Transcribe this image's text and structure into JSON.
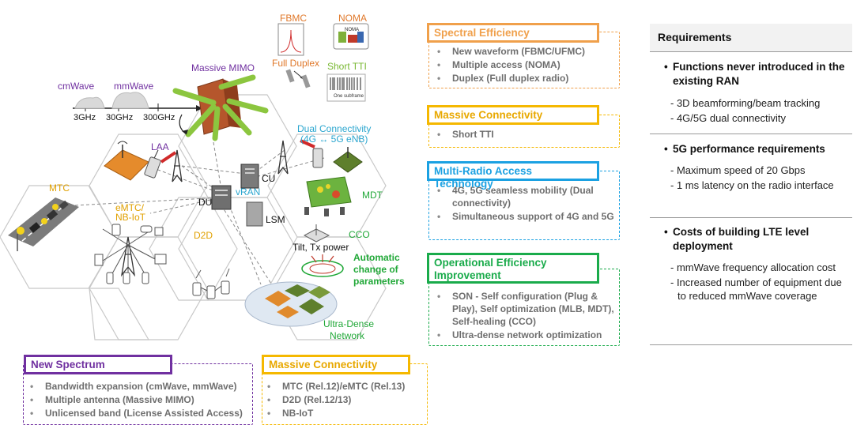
{
  "diagram": {
    "spectrum": {
      "cmwave": "cmWave",
      "mmwave": "mmWave",
      "f1": "3GHz",
      "f2": "30GHz",
      "f3": "300GHz"
    },
    "top_icons": {
      "fbmc": "FBMC",
      "noma": "NOMA",
      "noma_inner": "NOMA",
      "full_duplex": "Full Duplex",
      "short_tti": "Short TTI",
      "subframe": "One subframe"
    },
    "labels": {
      "massive_mimo": "Massive MIMO",
      "dual_connectivity": "Dual Connectivity",
      "dual_connectivity_sub": "(4G ↔ 5G eNB)",
      "laa": "LAA",
      "mtc": "MTC",
      "emtc_line1": "eMTC/",
      "emtc_line2": "NB-IoT",
      "du": "DU",
      "cu": "CU",
      "vran": "vRAN",
      "lsm": "LSM",
      "mdt": "MDT",
      "cco": "CCO",
      "tilt": "Tilt, Tx power",
      "auto_line1": "Automatic",
      "auto_line2": "change of",
      "auto_line3": "parameters",
      "d2d": "D2D",
      "udn_line1": "Ultra-Dense",
      "udn_line2": "Network"
    }
  },
  "categories": {
    "spectral_efficiency": {
      "title": "Spectral Efficiency",
      "items": [
        "New waveform (FBMC/UFMC)",
        "Multiple access (NOMA)",
        "Duplex (Full duplex radio)"
      ]
    },
    "massive_connectivity_top": {
      "title": "Massive Connectivity",
      "items": [
        "Short TTI"
      ]
    },
    "multi_rat": {
      "title": "Multi-Radio Access Technology",
      "items": [
        "4G, 5G seamless mobility (Dual connectivity)",
        "Simultaneous support of 4G and 5G"
      ]
    },
    "operational": {
      "title_line1": "Operational Efficiency",
      "title_line2": "Improvement",
      "items": [
        "SON - Self configuration (Plug & Play), Self optimization (MLB, MDT), Self-healing (CCO)",
        "Ultra-dense network optimization"
      ]
    },
    "new_spectrum": {
      "title": "New Spectrum",
      "items": [
        "Bandwidth expansion (cmWave, mmWave)",
        "Multiple antenna (Massive MIMO)",
        "Unlicensed band (License Assisted Access)"
      ]
    },
    "massive_connectivity_bottom": {
      "title": "Massive Connectivity",
      "items": [
        "MTC (Rel.12)/eMTC (Rel.13)",
        "D2D (Rel.12/13)",
        "NB-IoT"
      ]
    }
  },
  "requirements": {
    "header": "Requirements",
    "sections": [
      {
        "title": "Functions never introduced in the existing RAN",
        "items": [
          "- 3D beamforming/beam tracking",
          "- 4G/5G dual connectivity"
        ]
      },
      {
        "title": "5G performance requirements",
        "items": [
          "- Maximum speed of 20 Gbps",
          "- 1 ms latency on the radio interface"
        ]
      },
      {
        "title": "Costs of building LTE level deployment",
        "items": [
          "- mmWave frequency allocation cost",
          "- Increased number of equipment due to reduced mmWave coverage"
        ]
      }
    ]
  },
  "colors": {
    "orange": "#f0a04b",
    "amber": "#f5b800",
    "cyan": "#1ba1e2",
    "green": "#1aab4b",
    "purple": "#7030a0",
    "teal_text": "#2ba6cf",
    "green_text": "#21a838"
  }
}
